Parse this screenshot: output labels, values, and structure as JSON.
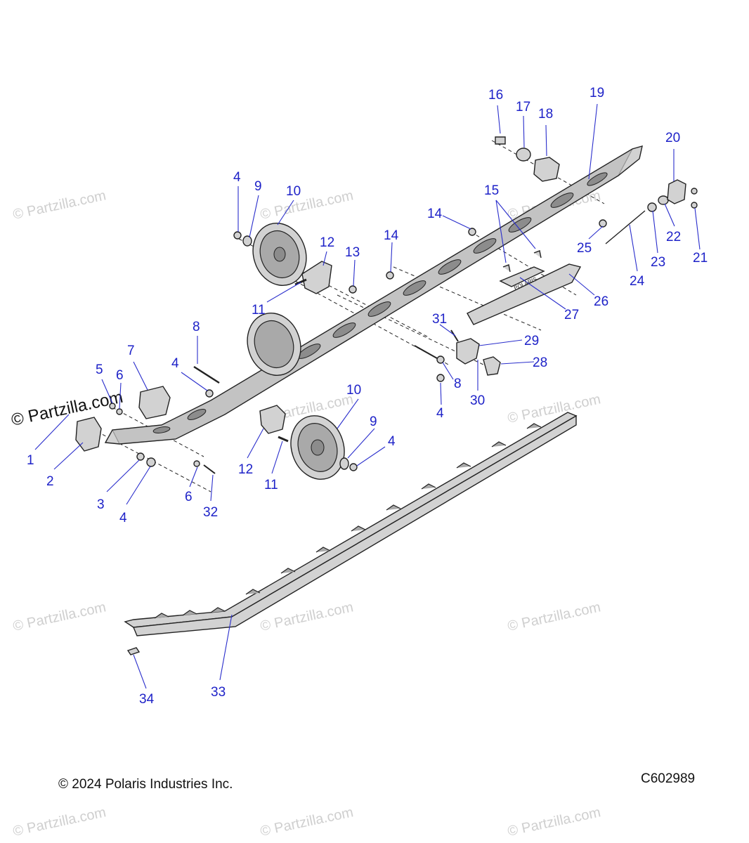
{
  "copyright": "© 2024 Polaris Industries Inc.",
  "diagram_code": "C602989",
  "watermark": "© Partzilla.com",
  "brand_on_part": "POLARIS",
  "callouts": [
    "1",
    "2",
    "3",
    "4",
    "4",
    "4",
    "4",
    "4",
    "5",
    "6",
    "6",
    "7",
    "8",
    "8",
    "9",
    "9",
    "10",
    "10",
    "11",
    "11",
    "12",
    "12",
    "13",
    "14",
    "14",
    "15",
    "16",
    "17",
    "18",
    "19",
    "20",
    "21",
    "22",
    "23",
    "24",
    "25",
    "26",
    "27",
    "28",
    "29",
    "30",
    "31",
    "32",
    "33",
    "34"
  ],
  "colors": {
    "callout": "#1e22c8",
    "outline": "#222222",
    "part_fill": "#d2d2d2"
  }
}
